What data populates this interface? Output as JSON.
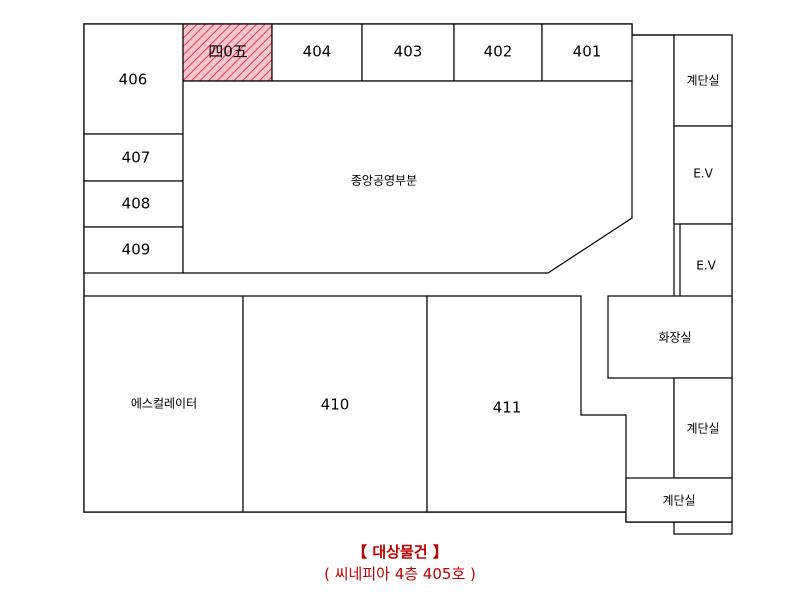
{
  "rooms": {
    "r406": "406",
    "r405": "四0五",
    "r404": "404",
    "r403": "403",
    "r402": "402",
    "r401": "401",
    "r407": "407",
    "r408": "408",
    "r409": "409",
    "center": "종앙공영부분",
    "escalator": "에스컬레이터",
    "r410": "410",
    "r411": "411",
    "stairs_top": "계단실",
    "ev1": "E.V",
    "ev2": "E.V",
    "restroom": "화장실",
    "stairs_mid": "계단실",
    "stairs_bottom": "계단실"
  },
  "caption": {
    "line1": "【 대상물건 】",
    "line2": "( 씨네피아 4층 405호 )"
  },
  "colors": {
    "highlight_fill": "#f7c6cc",
    "highlight_hatch": "#e04050",
    "caption": "#c00000"
  }
}
